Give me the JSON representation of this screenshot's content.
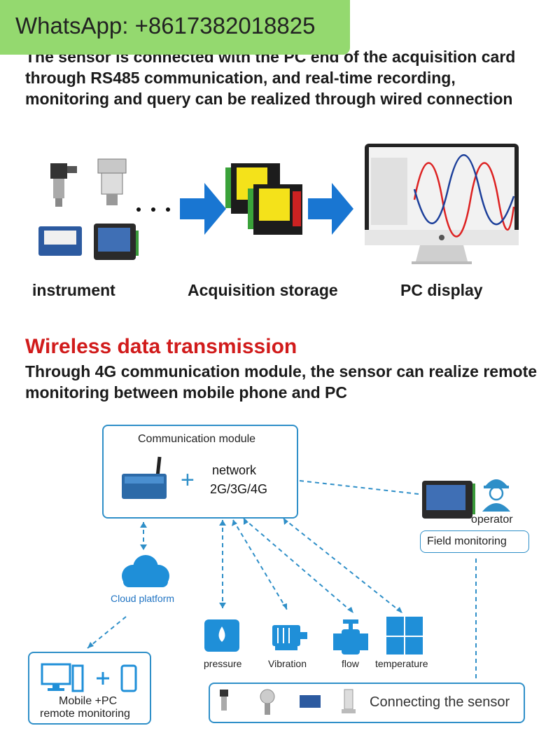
{
  "banner": {
    "text": "WhatsApp: +8617382018825"
  },
  "wired": {
    "description": "The sensor is connected with the PC end of the acquisition card through RS485 communication, and real-time recording, monitoring and query can be realized through wired connection",
    "captions": {
      "instrument": "instrument",
      "acquisition": "Acquisition storage",
      "pc": "PC display"
    }
  },
  "wireless": {
    "title": "Wireless data transmission",
    "description": "Through 4G communication module, the sensor can realize remote monitoring between mobile phone and PC"
  },
  "diagram": {
    "comm_module": "Communication module",
    "network_label": "network",
    "network_types": "2G/3G/4G",
    "operator": "operator",
    "field_monitoring": "Field monitoring",
    "cloud": "Cloud platform",
    "sensors": [
      "pressure",
      "Vibration",
      "flow",
      "temperature"
    ],
    "mobile_pc_line1": "Mobile +PC",
    "mobile_pc_line2": "remote monitoring",
    "connecting": "Connecting the sensor"
  },
  "colors": {
    "accent_blue": "#1f73c2",
    "title_red": "#d11b1b",
    "banner_green": "#94d96f"
  }
}
